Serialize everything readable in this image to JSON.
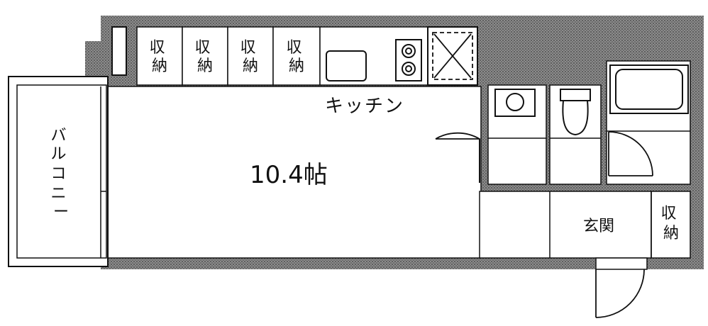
{
  "labels": {
    "storage_1": [
      "収",
      "納"
    ],
    "storage_2": [
      "収",
      "納"
    ],
    "storage_3": [
      "収",
      "納"
    ],
    "storage_4": [
      "収",
      "納"
    ],
    "storage_entrance": [
      "収",
      "納"
    ],
    "kitchen": "キッチン",
    "room_size": "10.4帖",
    "genkan": "玄関",
    "balcony": [
      "バ",
      "ル",
      "コ",
      "ニ",
      "ー"
    ]
  },
  "colors": {
    "wall": "#7a7a7a",
    "line": "#111111",
    "floor": "#ffffff"
  }
}
